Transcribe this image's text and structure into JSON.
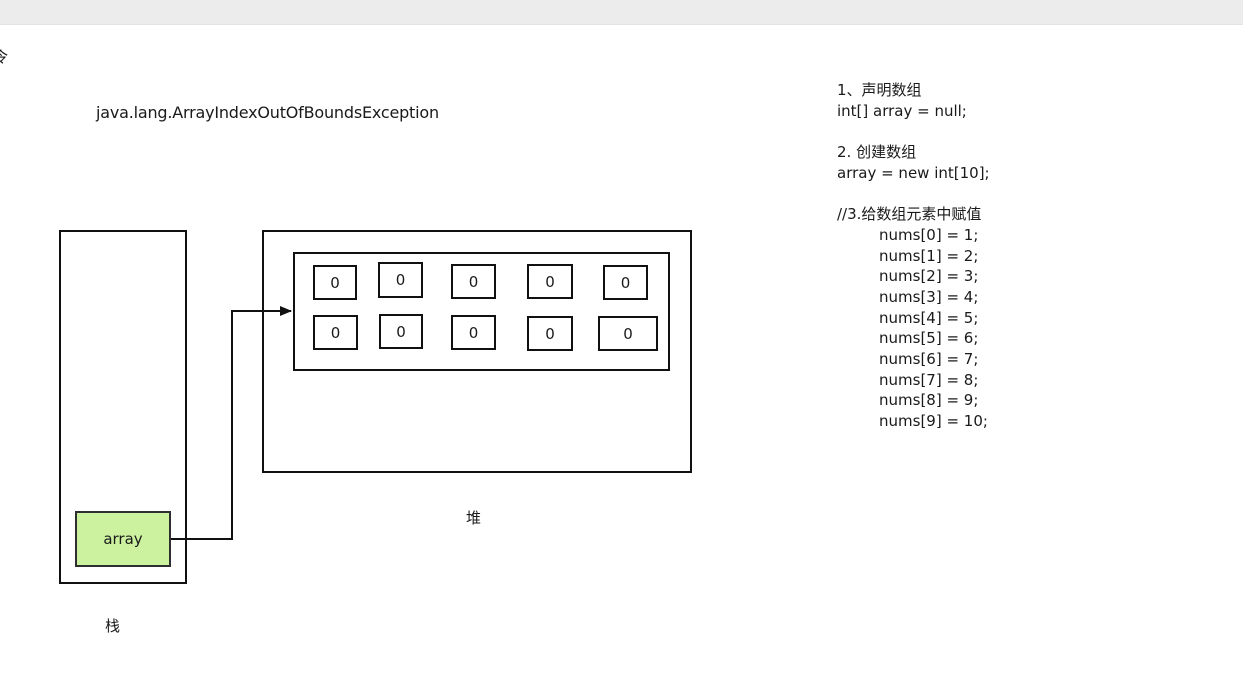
{
  "edge_char": "令",
  "exception_text": "java.lang.ArrayIndexOutOfBoundsException",
  "heap": {
    "label": "堆",
    "row1": [
      "0",
      "0",
      "0",
      "0",
      "0"
    ],
    "row2": [
      "0",
      "0",
      "0",
      "0",
      "0"
    ]
  },
  "stack": {
    "label": "栈",
    "variable": "array"
  },
  "code": {
    "step1_title": "1、声明数组",
    "step1_code": "int[] array = null;",
    "step2_title": "2. 创建数组",
    "step2_code": "array = new int[10];",
    "step3_title": "//3.给数组元素中赋值",
    "assignments": [
      "nums[0] = 1;",
      "nums[1] = 2;",
      "nums[2] = 3;",
      "nums[3] = 4;",
      "nums[4] = 5;",
      "nums[5] = 6;",
      "nums[6] = 7;",
      "nums[7] = 8;",
      "nums[8] = 9;",
      "nums[9] = 10;"
    ]
  }
}
